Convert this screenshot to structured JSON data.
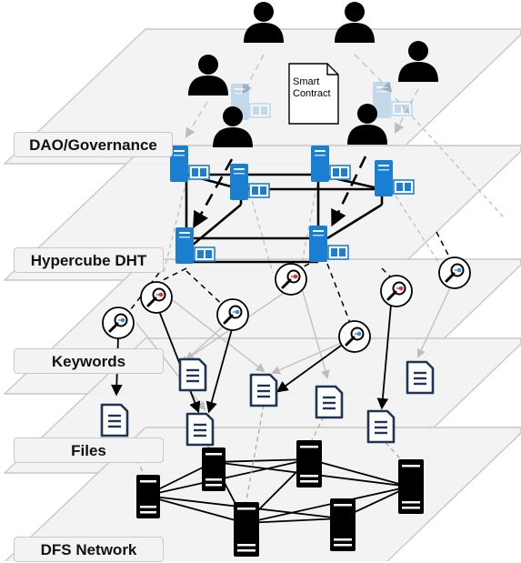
{
  "layers": {
    "dao": "DAO/Governance",
    "dht": "Hypercube DHT",
    "keywords": "Keywords",
    "files": "Files",
    "dfs": "DFS Network"
  },
  "smart_contract": {
    "line1": "Smart",
    "line2": "Contract"
  },
  "colors": {
    "plane_fill": "#f2f2f2",
    "plane_stroke": "#c8c8c8",
    "server_blue": "#1a7fd0",
    "server_black": "#000000",
    "file_navy": "#1f3556",
    "key_red": "#e03030",
    "key_blue": "#3a8fd0"
  },
  "icons": [
    "user-icon",
    "smart-contract-icon",
    "blue-server-icon",
    "black-server-icon",
    "magnifier-key-icon",
    "document-icon"
  ]
}
